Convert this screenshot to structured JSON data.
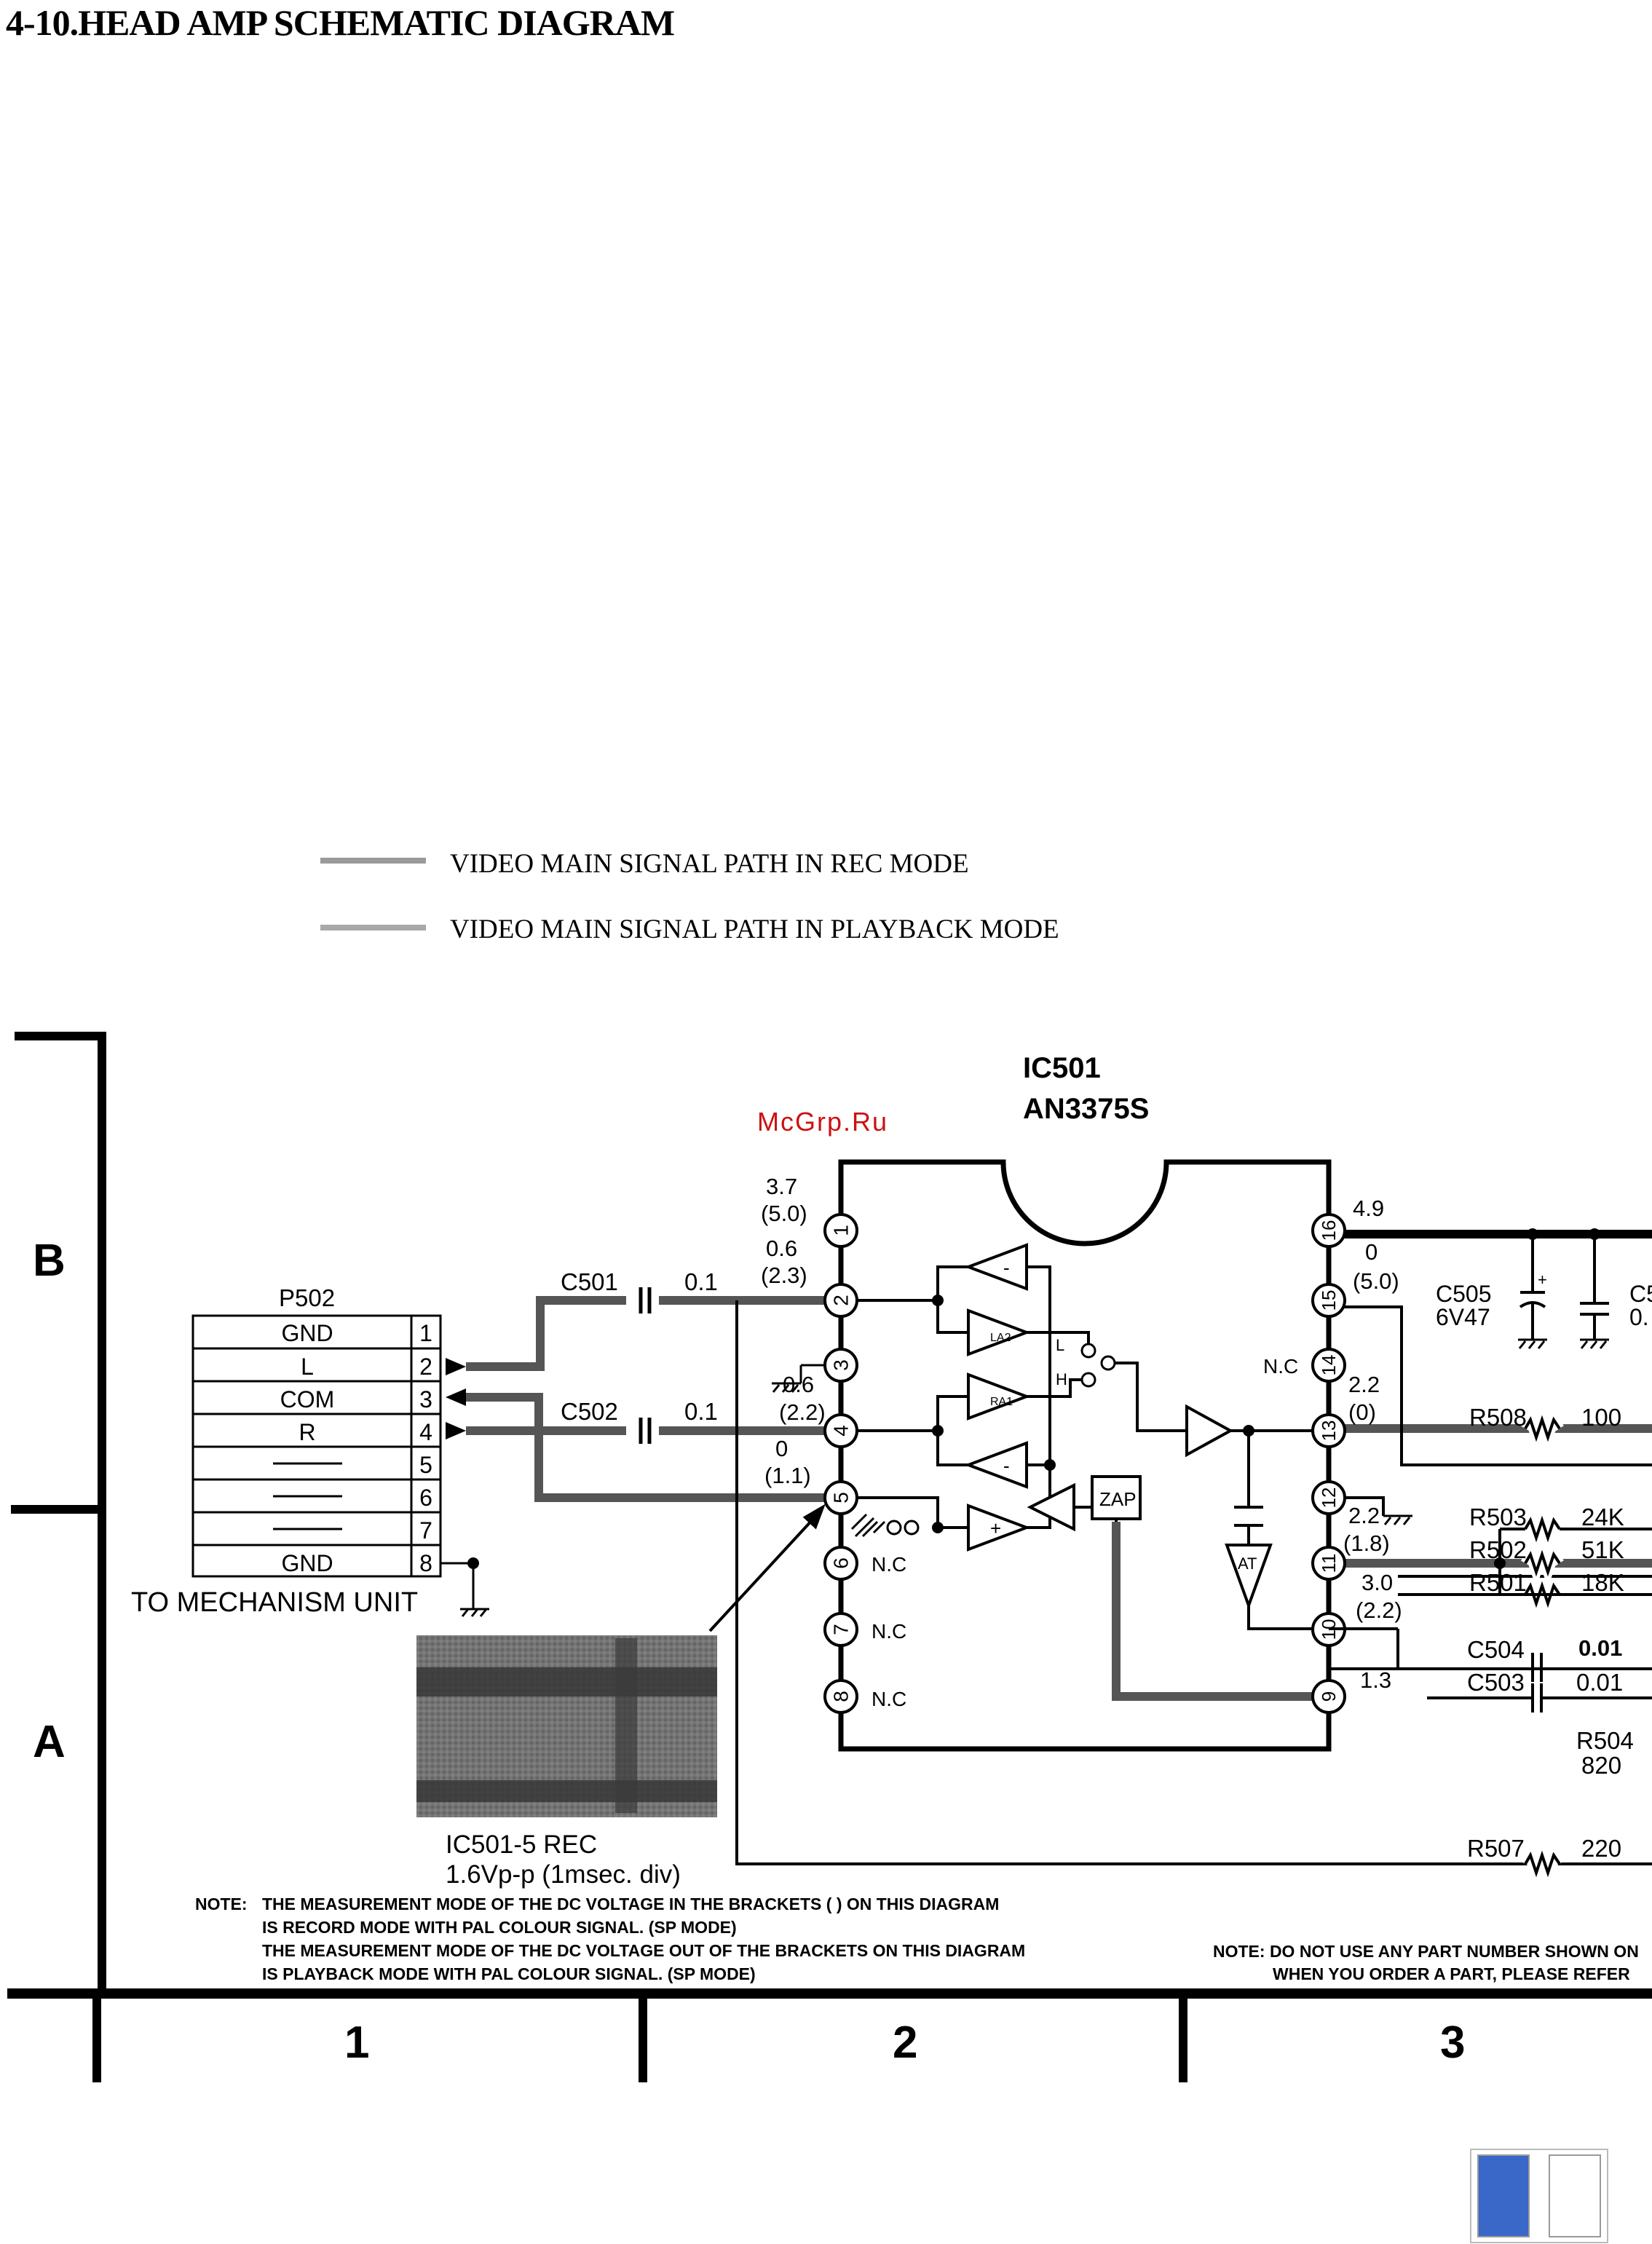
{
  "title": "4-10.HEAD AMP SCHEMATIC DIAGRAM",
  "watermark": "McGrp.Ru",
  "legend": [
    "VIDEO MAIN SIGNAL PATH IN REC MODE",
    "VIDEO MAIN SIGNAL PATH IN PLAYBACK MODE"
  ],
  "grid": {
    "rows": [
      "B",
      "A"
    ],
    "cols": [
      "1",
      "2",
      "3"
    ]
  },
  "ic": {
    "ref": "IC501",
    "part": "AN3375S",
    "pins_left": [
      "1",
      "2",
      "3",
      "4",
      "5",
      "6",
      "7",
      "8"
    ],
    "pins_right": [
      "16",
      "15",
      "14",
      "13",
      "12",
      "11",
      "10",
      "9"
    ],
    "nc": "N.C",
    "blocks": {
      "zap": "ZAP",
      "at": "AT",
      "l": "L",
      "h": "H"
    }
  },
  "voltages": {
    "p1": "3.7",
    "p1b": "(5.0)",
    "p2": "0.6",
    "p2b": "(2.3)",
    "p3": "0.6",
    "p3b": "(2.2)",
    "p5": "0",
    "p5b": "(1.1)",
    "p16": "4.9",
    "p15": "0",
    "p15b": "(5.0)",
    "p13": "2.2",
    "p13b": "(0)",
    "p12": "2.2",
    "p12b": "(1.8)",
    "p11": "3.0",
    "p11b": "(2.2)",
    "p9": "1.3"
  },
  "connector": {
    "ref": "P502",
    "pins": [
      {
        "num": "1",
        "name": "GND"
      },
      {
        "num": "2",
        "name": "L"
      },
      {
        "num": "3",
        "name": "COM"
      },
      {
        "num": "4",
        "name": "R"
      },
      {
        "num": "5",
        "name": ""
      },
      {
        "num": "6",
        "name": ""
      },
      {
        "num": "7",
        "name": ""
      },
      {
        "num": "8",
        "name": "GND"
      }
    ],
    "label": "TO MECHANISM UNIT"
  },
  "components": {
    "c501": {
      "ref": "C501",
      "val": "0.1"
    },
    "c502": {
      "ref": "C502",
      "val": "0.1"
    },
    "c505": {
      "ref": "C505",
      "val": "6V47"
    },
    "c5x": {
      "ref": "C5",
      "val": "0."
    },
    "r508": {
      "ref": "R508",
      "val": "100"
    },
    "r503": {
      "ref": "R503",
      "val": "24K"
    },
    "r502": {
      "ref": "R502",
      "val": "51K"
    },
    "r501": {
      "ref": "R501",
      "val": "18K"
    },
    "c504": {
      "ref": "C504",
      "val": "0.01"
    },
    "c503": {
      "ref": "C503",
      "val": "0.01"
    },
    "r504": {
      "ref": "R504",
      "val": "820"
    },
    "r507": {
      "ref": "R507",
      "val": "220"
    }
  },
  "waveform": {
    "label": "IC501-5 REC",
    "spec": "1.6Vp-p (1msec. div)"
  },
  "notes": {
    "label": "NOTE:",
    "lines": [
      "THE MEASUREMENT MODE OF THE DC VOLTAGE IN THE BRACKETS (       ) ON THIS DIAGRAM",
      "IS RECORD MODE WITH PAL COLOUR SIGNAL. (SP  MODE)",
      "THE MEASUREMENT MODE OF THE DC VOLTAGE OUT OF THE BRACKETS ON THIS DIAGRAM",
      "IS PLAYBACK MODE WITH PAL COLOUR SIGNAL. (SP  MODE)"
    ],
    "right_1": "NOTE: DO NOT USE ANY PART NUMBER SHOWN ON",
    "right_2": "WHEN YOU ORDER A PART, PLEASE REFER"
  },
  "colors": {
    "ink": "#000000",
    "path": "#555555",
    "legend_line": "#9a9a9a",
    "watermark": "#cc1111",
    "page_blue": "#3a68c8"
  }
}
